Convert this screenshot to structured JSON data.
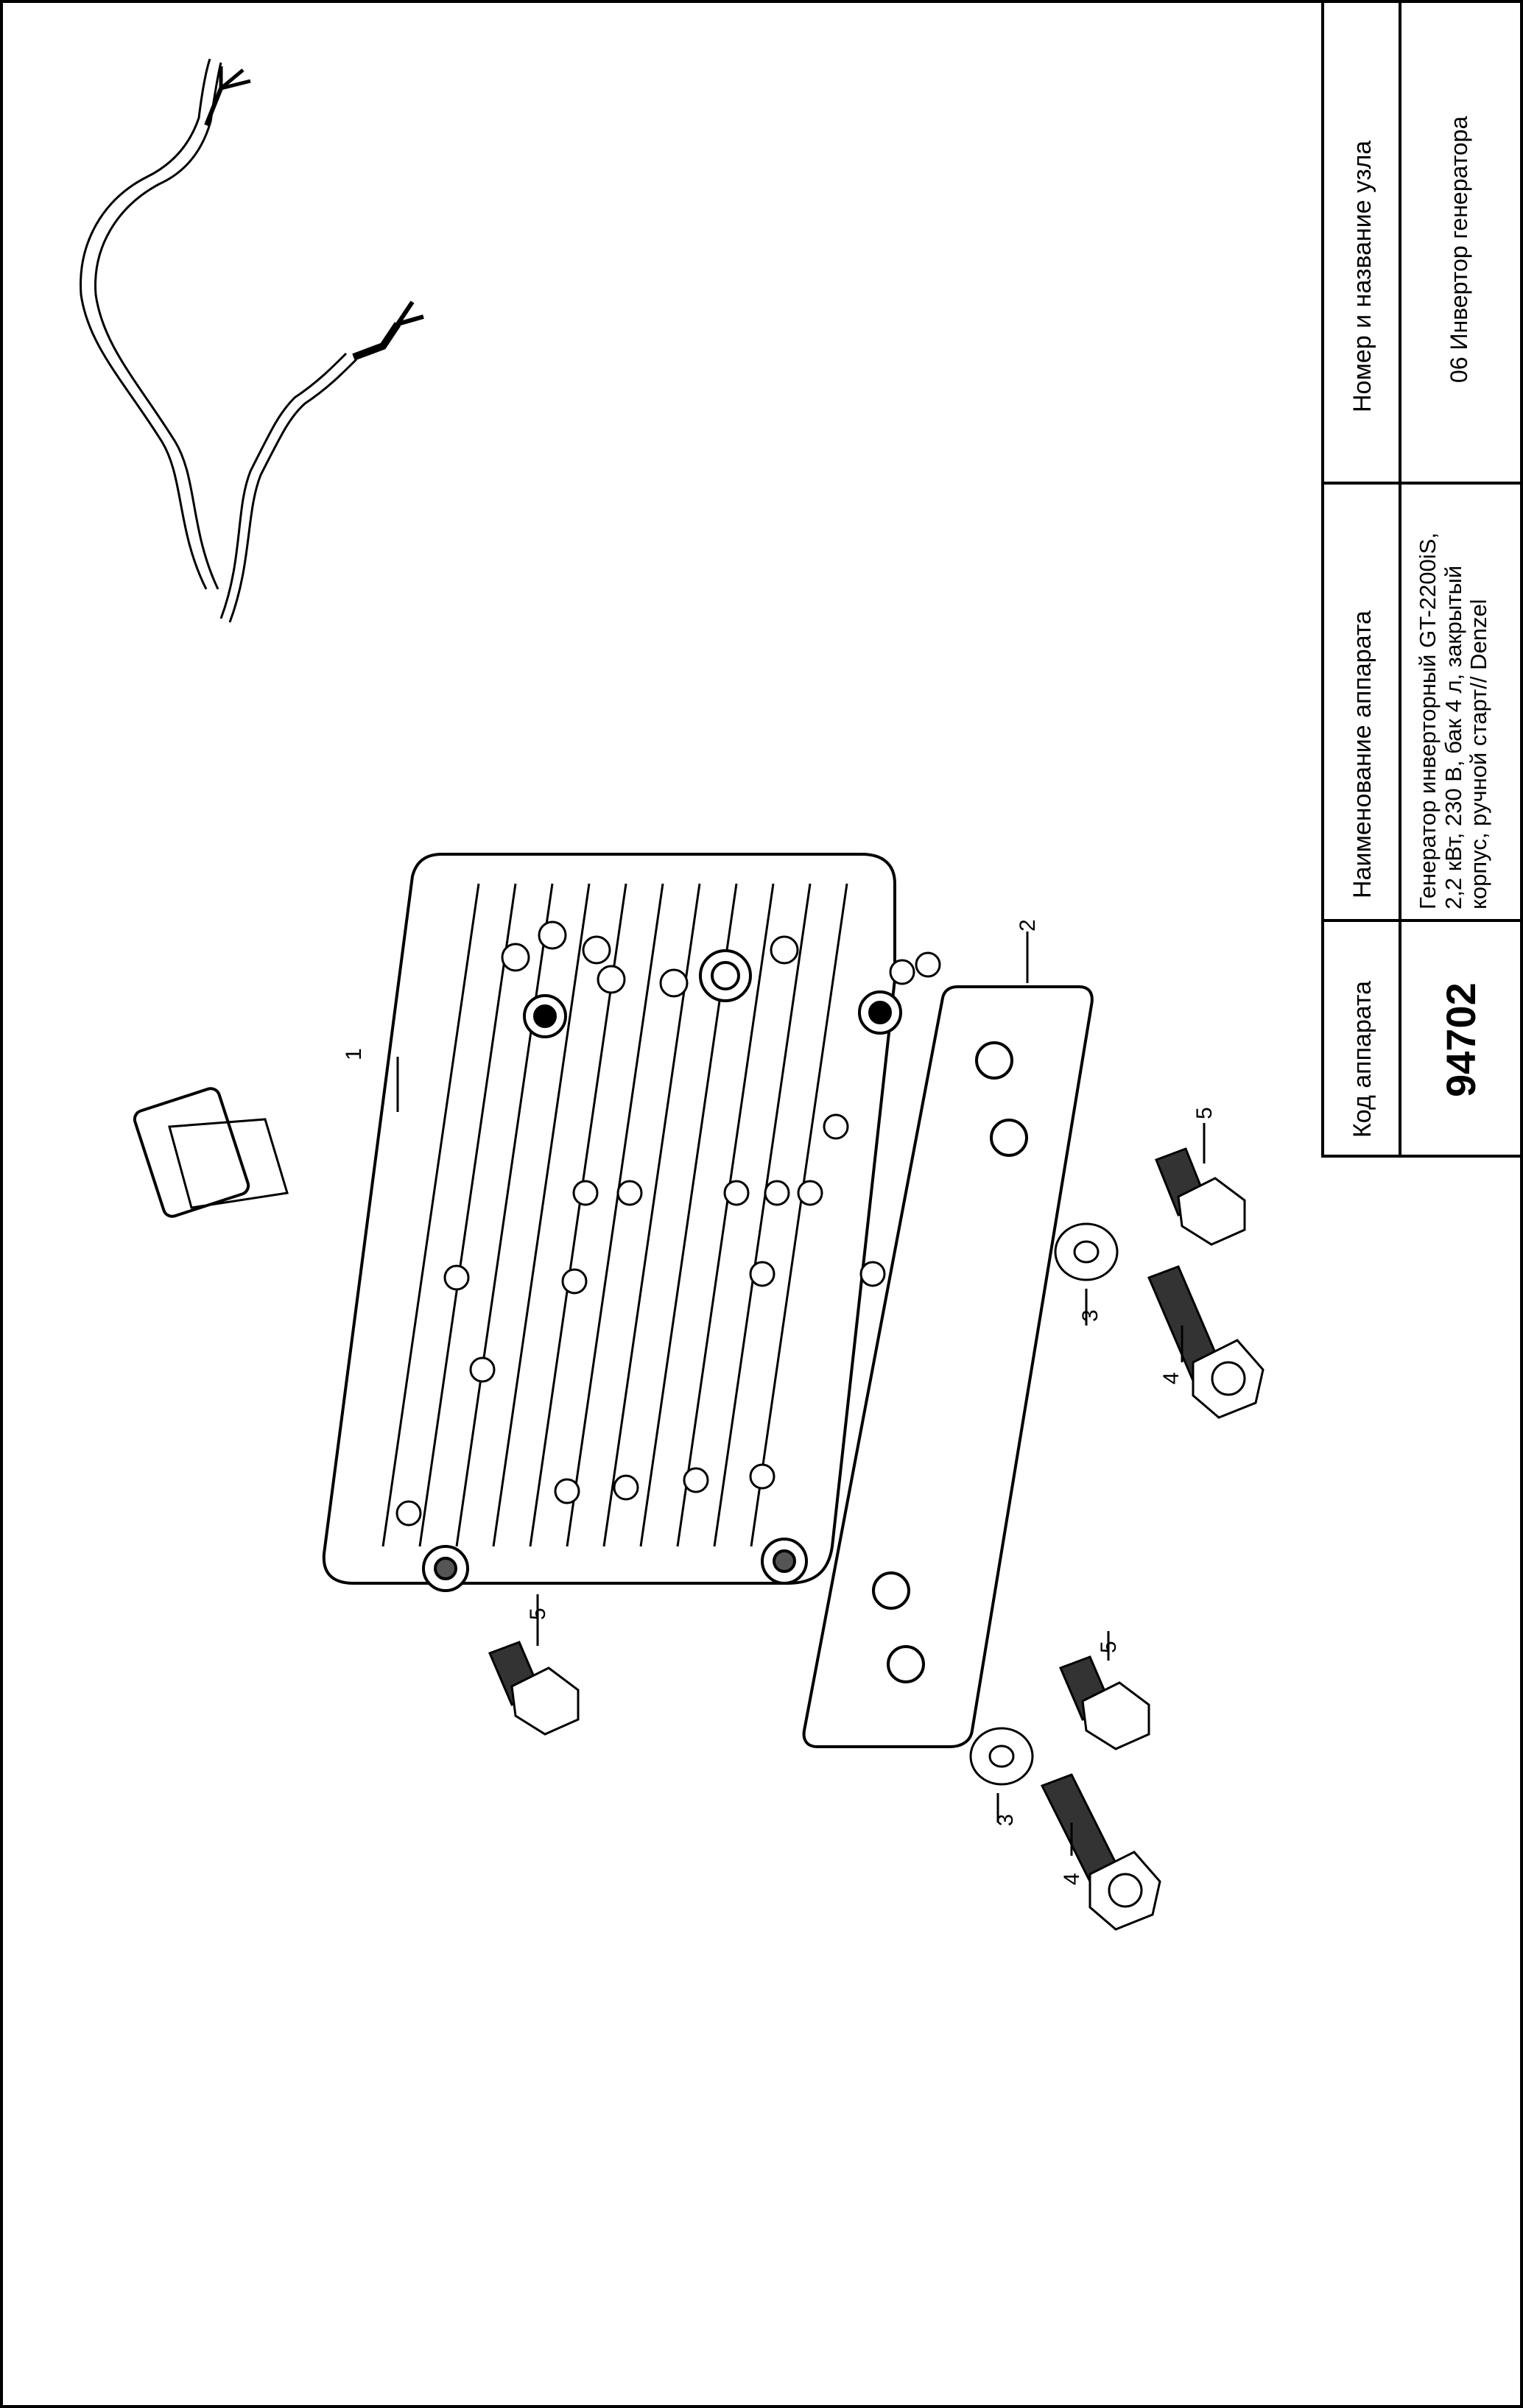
{
  "title_block": {
    "col_code": {
      "header": "Код аппарата",
      "value": "94702"
    },
    "col_name": {
      "header": "Наименование аппарата",
      "lines": [
        "Генератор инверторный GT-2200iS,",
        "2,2 кВт, 230 В, бак 4 л, закрытый",
        "корпус, ручной старт// Denzel"
      ]
    },
    "col_node": {
      "header": "Номер и название узла",
      "value": "06 Инвертор генератора"
    }
  },
  "callouts": [
    "1",
    "2",
    "3",
    "4",
    "5",
    "3",
    "4",
    "5",
    "5"
  ],
  "parts": [
    {
      "id": "1",
      "name": "inverter-heatsink"
    },
    {
      "id": "2",
      "name": "mounting-bracket"
    },
    {
      "id": "3",
      "name": "washer"
    },
    {
      "id": "4",
      "name": "flange-bolt"
    },
    {
      "id": "5",
      "name": "hex-bolt"
    }
  ]
}
